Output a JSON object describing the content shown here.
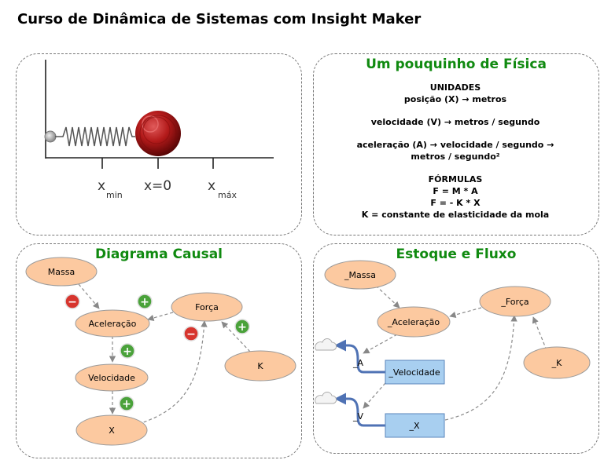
{
  "page_title": "Curso de Dinâmica de Sistemas com Insight Maker",
  "spring_panel": {
    "title_partial": "",
    "axis_labels": [
      {
        "main": "x",
        "sub": "min"
      },
      {
        "main": "x=0",
        "sub": ""
      },
      {
        "main": "x",
        "sub": "máx"
      }
    ]
  },
  "physics_panel": {
    "title": "Um pouquinho de Física",
    "units_heading": "UNIDADES",
    "unit_lines": [
      "posição (X) → metros",
      "velocidade (V) → metros / segundo",
      "aceleração (A) → velocidade / segundo →",
      "metros / segundo²"
    ],
    "formulas_heading": "FÓRMULAS",
    "formula_lines": [
      "F = M * A",
      "F = - K * X",
      "K = constante de elasticidade da mola"
    ]
  },
  "causal_panel": {
    "title": "Diagrama Causal",
    "nodes": {
      "massa": "Massa",
      "aceleracao": "Aceleração",
      "forca": "Força",
      "velocidade": "Velocidade",
      "x": "X",
      "k": "K"
    },
    "signs": [
      "−",
      "+",
      "−",
      "+",
      "+",
      "+"
    ]
  },
  "stock_panel": {
    "title": "Estoque e Fluxo",
    "variables": {
      "massa": "_Massa",
      "aceleracao": "_Aceleração",
      "forca": "_Força",
      "k": "_K"
    },
    "stocks": {
      "velocidade": "_Velocidade",
      "x": "_X"
    },
    "flow_labels": [
      "_A",
      "_V"
    ]
  },
  "colors": {
    "node_fill": "#fcc9a0",
    "stock_fill": "#a8cff0",
    "flow_arrow": "#4f72b4",
    "title_green": "#108a10",
    "ball": "#b31a1a"
  }
}
